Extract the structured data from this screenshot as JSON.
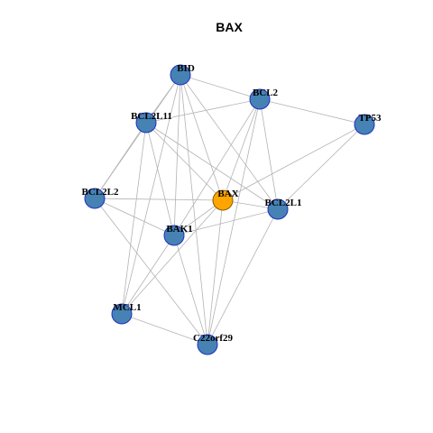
{
  "title": "BAX",
  "colors": {
    "node_fill": "#4682B4",
    "node_stroke": "#1F2FBF",
    "center_fill": "#FFA500",
    "center_stroke": "#8A5A00",
    "edge": "#b3b3b3",
    "background": "#ffffff"
  },
  "network": {
    "center": "BAX",
    "nodes": [
      {
        "id": "BID",
        "label": "BID"
      },
      {
        "id": "BCL2",
        "label": "BCL2"
      },
      {
        "id": "BCL2L11",
        "label": "BCL2L11"
      },
      {
        "id": "TP53",
        "label": "TP53"
      },
      {
        "id": "BCL2L2",
        "label": "BCL2L2"
      },
      {
        "id": "BAX",
        "label": "BAX"
      },
      {
        "id": "BCL2L1",
        "label": "BCL2L1"
      },
      {
        "id": "BAK1",
        "label": "BAK1"
      },
      {
        "id": "MCL1",
        "label": "MCL1"
      },
      {
        "id": "C22orf29",
        "label": "C22orf29"
      }
    ],
    "edges": [
      [
        "BID",
        "BCL2"
      ],
      [
        "BID",
        "BCL2L11"
      ],
      [
        "BID",
        "BCL2L2"
      ],
      [
        "BID",
        "BAX"
      ],
      [
        "BID",
        "BCL2L1"
      ],
      [
        "BID",
        "BAK1"
      ],
      [
        "BID",
        "MCL1"
      ],
      [
        "BID",
        "C22orf29"
      ],
      [
        "BCL2",
        "BCL2L11"
      ],
      [
        "BCL2",
        "TP53"
      ],
      [
        "BCL2",
        "BAX"
      ],
      [
        "BCL2",
        "BCL2L1"
      ],
      [
        "BCL2",
        "BAK1"
      ],
      [
        "BCL2",
        "C22orf29"
      ],
      [
        "BCL2L11",
        "BCL2L2"
      ],
      [
        "BCL2L11",
        "BAX"
      ],
      [
        "BCL2L11",
        "BCL2L1"
      ],
      [
        "BCL2L11",
        "BAK1"
      ],
      [
        "BCL2L11",
        "MCL1"
      ],
      [
        "TP53",
        "BAX"
      ],
      [
        "TP53",
        "BCL2L1"
      ],
      [
        "BCL2L2",
        "BAX"
      ],
      [
        "BCL2L2",
        "BAK1"
      ],
      [
        "BCL2L2",
        "C22orf29"
      ],
      [
        "BAX",
        "BCL2L1"
      ],
      [
        "BAX",
        "BAK1"
      ],
      [
        "BAX",
        "MCL1"
      ],
      [
        "BAX",
        "C22orf29"
      ],
      [
        "BCL2L1",
        "BAK1"
      ],
      [
        "BCL2L1",
        "C22orf29"
      ],
      [
        "BAK1",
        "MCL1"
      ],
      [
        "BAK1",
        "C22orf29"
      ],
      [
        "MCL1",
        "C22orf29"
      ]
    ]
  }
}
